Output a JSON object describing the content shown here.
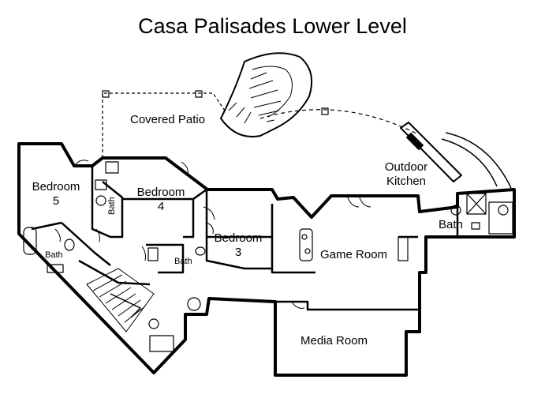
{
  "title": "Casa Palisades Lower Level",
  "rooms": {
    "covered_patio": "Covered Patio",
    "outdoor_kitchen_line1": "Outdoor",
    "outdoor_kitchen_line2": "Kitchen",
    "bedroom5_name": "Bedroom",
    "bedroom5_num": "5",
    "bedroom4_name": "Bedroom",
    "bedroom4_num": "4",
    "bedroom3_name": "Bedroom",
    "bedroom3_num": "3",
    "bath_left": "Bath",
    "bath_bed4": "Bath",
    "bath_bed3": "Bath",
    "bath_right": "Bath",
    "game_room": "Game Room",
    "media_room": "Media Room"
  }
}
